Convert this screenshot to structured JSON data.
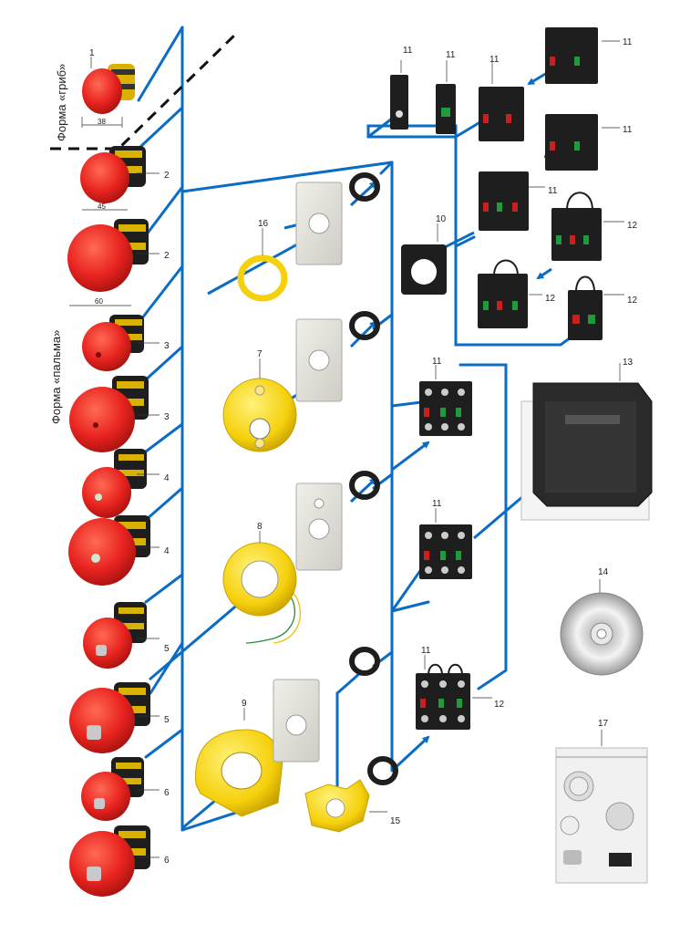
{
  "labels": {
    "mushroom_form": "Форма «гриб»",
    "palm_form": "Форма «пальма»"
  },
  "dimensions": {
    "d38": "38",
    "d45": "45",
    "d60": "60"
  },
  "callouts": {
    "n1": "1",
    "n2a": "2",
    "n2b": "2",
    "n3a": "3",
    "n3b": "3",
    "n4a": "4",
    "n4b": "4",
    "n5a": "5",
    "n5b": "5",
    "n6a": "6",
    "n6b": "6",
    "n7": "7",
    "n8": "8",
    "n9": "9",
    "n10": "10",
    "n11a": "11",
    "n11b": "11",
    "n11c": "11",
    "n11d": "11",
    "n11e": "11",
    "n11f": "11",
    "n11g": "11",
    "n11h": "11",
    "n11i": "11",
    "n12a": "12",
    "n12b": "12",
    "n12c": "12",
    "n12d": "12",
    "n13": "13",
    "n14": "14",
    "n15": "15",
    "n16": "16",
    "n17": "17"
  },
  "colors": {
    "connector_blue": "#0a6cc4",
    "button_red": "#e8231f",
    "guard_yellow": "#f5d00c",
    "block_black": "#1e1e1e",
    "contact_green": "#1f9a3c",
    "contact_red": "#c8201c"
  }
}
